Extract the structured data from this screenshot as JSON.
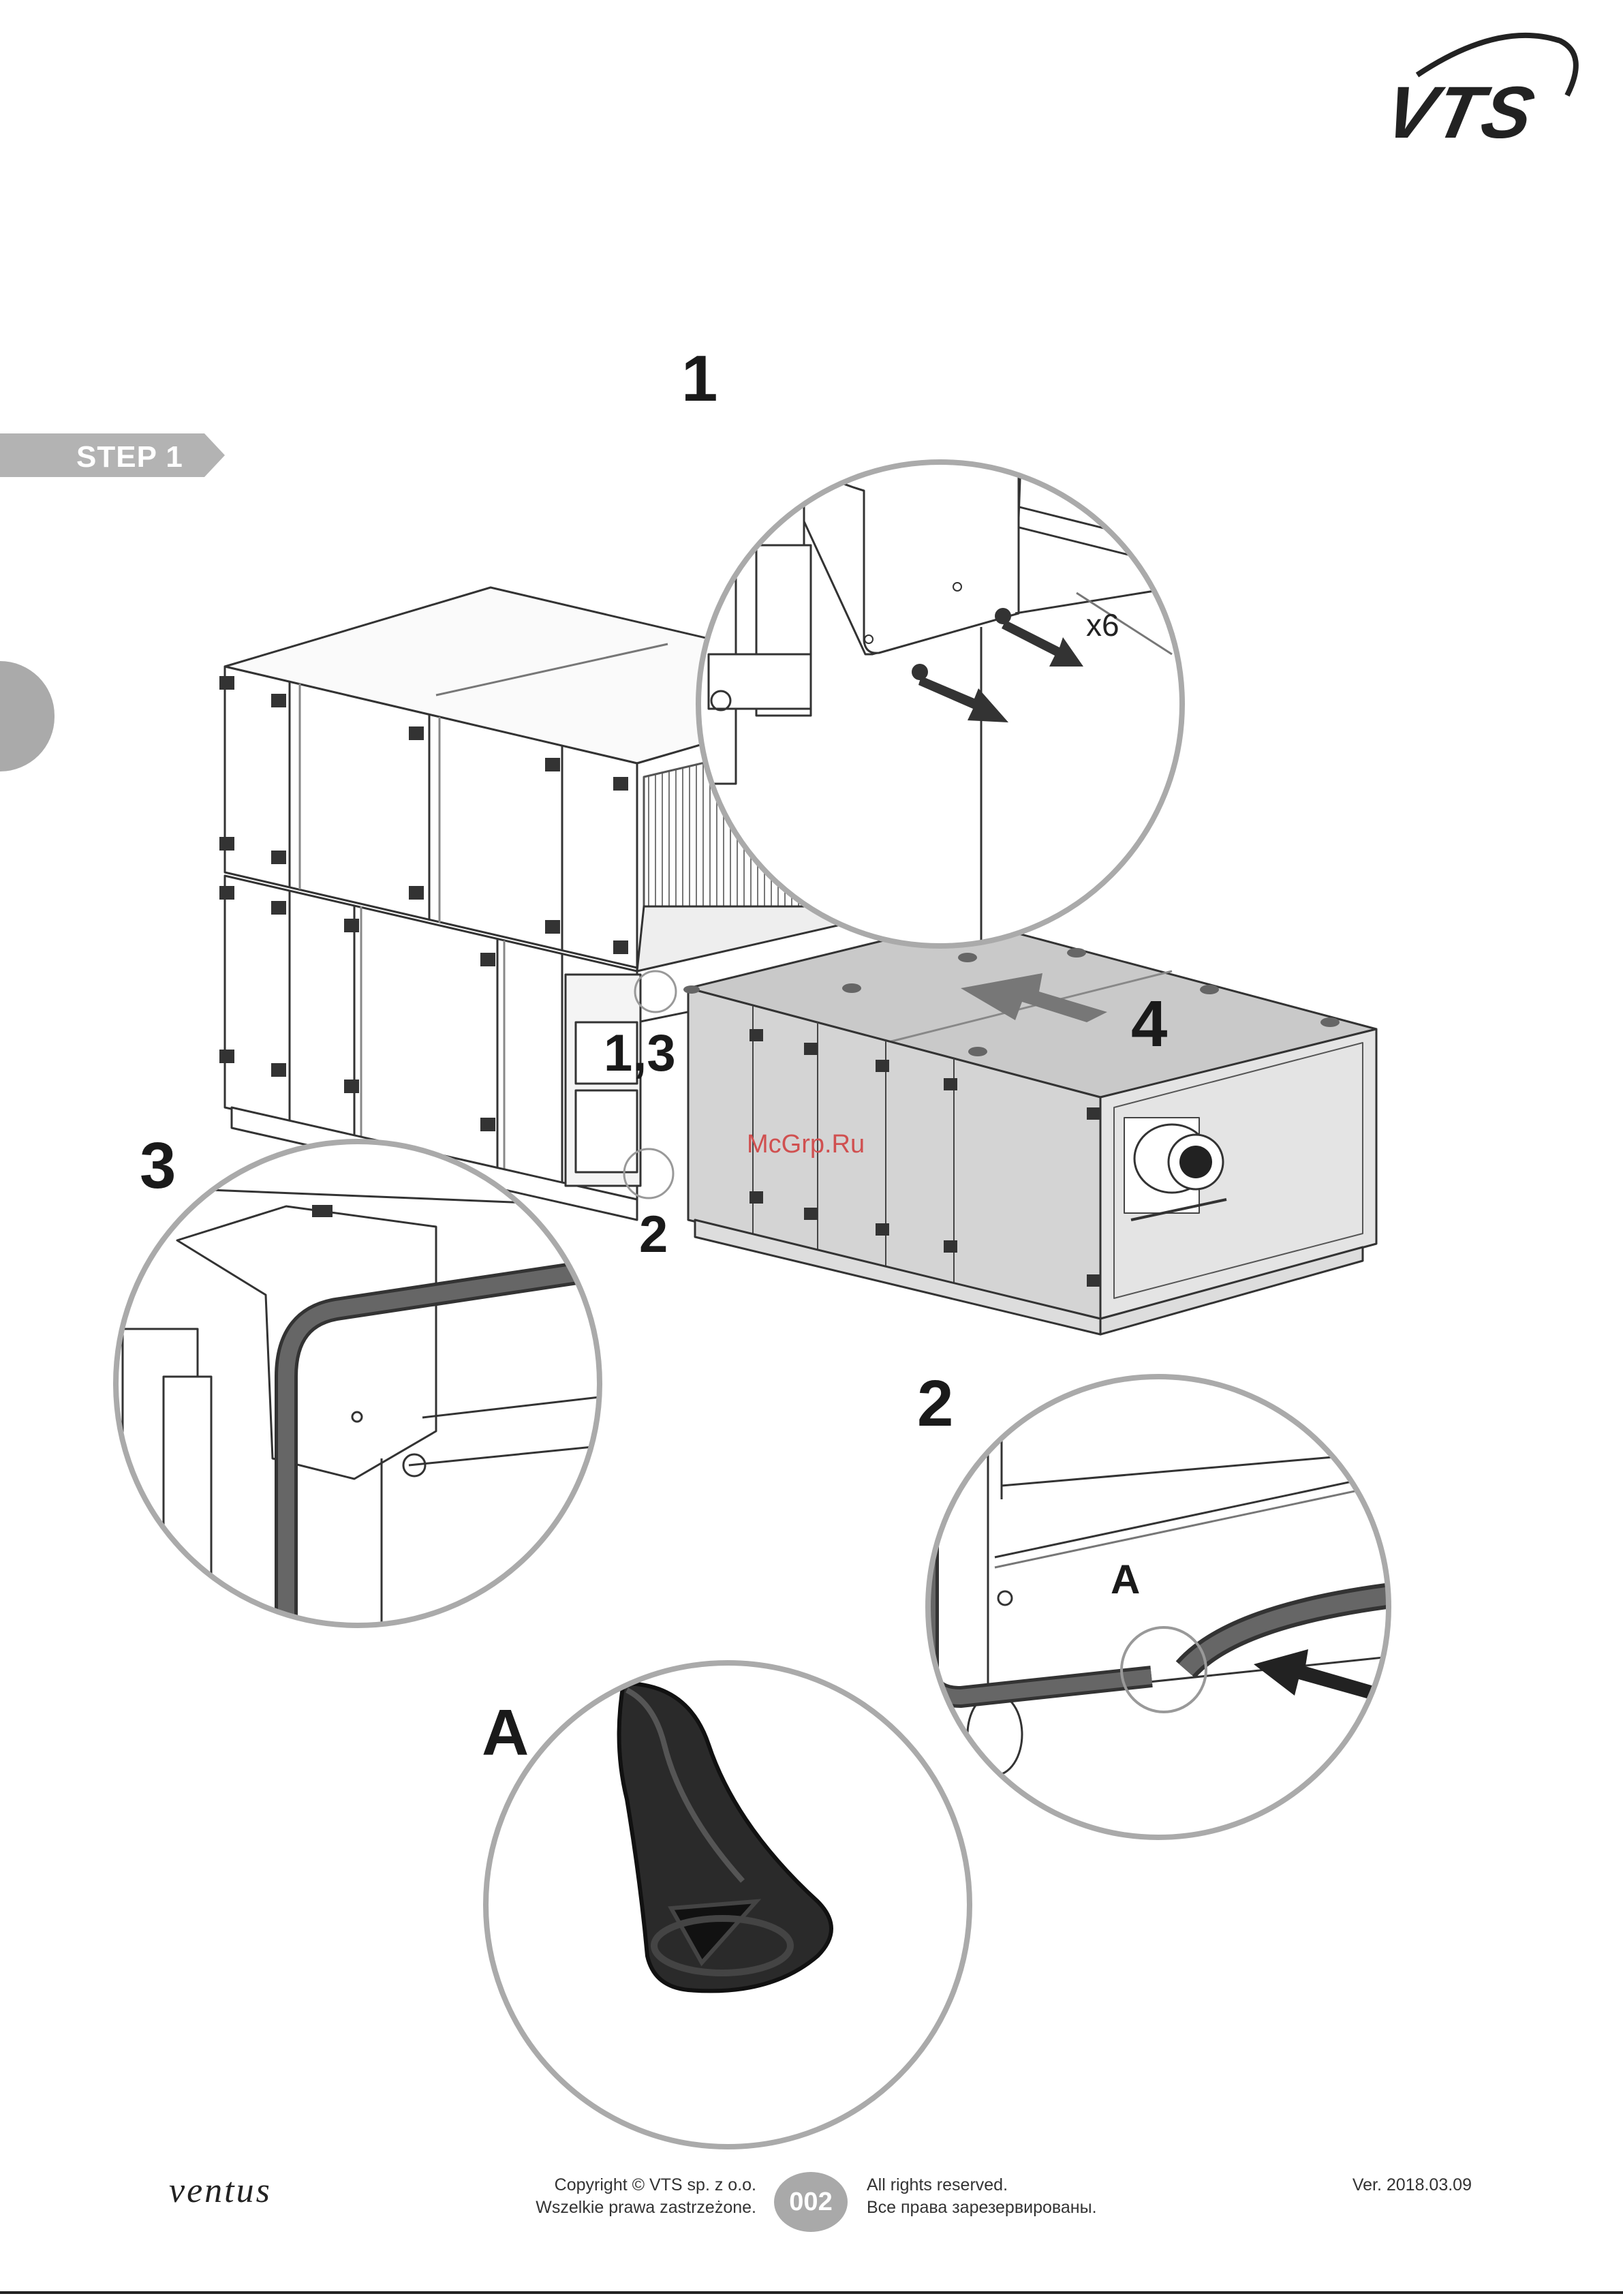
{
  "brand": {
    "logo_text": "VTS"
  },
  "step": {
    "label": "STEP 1"
  },
  "callouts": {
    "one": "1",
    "x6": "x6",
    "four": "4",
    "one_three": "1,3",
    "two_main": "2",
    "three": "3",
    "two_detail": "2",
    "a_detail": "A",
    "a_seal": "A"
  },
  "watermark": "McGrp.Ru",
  "footer": {
    "product": "ventus",
    "copyright_line1": "Copyright © VTS sp. z o.o.",
    "copyright_line2": "Wszelkie prawa zastrzeżone.",
    "page_number": "002",
    "rights_line1": "All rights reserved.",
    "rights_line2": "Все права зарезервированы.",
    "version": "Ver. 2018.03.09"
  },
  "colors": {
    "circle_border": "#aaaaaa",
    "line": "#333333",
    "section_fill": "#cfcfcf",
    "gasket": "#555555",
    "tab": "#b3b3b3"
  }
}
